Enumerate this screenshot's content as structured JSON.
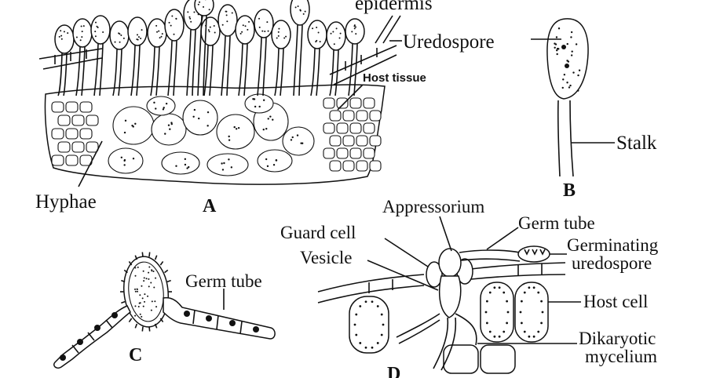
{
  "figure": {
    "labels": {
      "epidermis": "epidermis",
      "uredospore_a": "Uredospore",
      "host_tissue": "Host tissue",
      "hyphae": "Hyphae",
      "panel_a": "A",
      "stalk": "Stalk",
      "panel_b": "B",
      "germ_tube_c": "Germ tube",
      "panel_c": "C",
      "appressorium": "Appressorium",
      "guard_cell": "Guard cell",
      "vesicle": "Vesicle",
      "germ_tube_d": "Germ tube",
      "germinating_1": "Germinating",
      "germinating_2": "uredospore",
      "host_cell": "Host cell",
      "dikaryotic_1": "Dikaryotic",
      "dikaryotic_2": "mycelium",
      "panel_d": "D"
    }
  }
}
